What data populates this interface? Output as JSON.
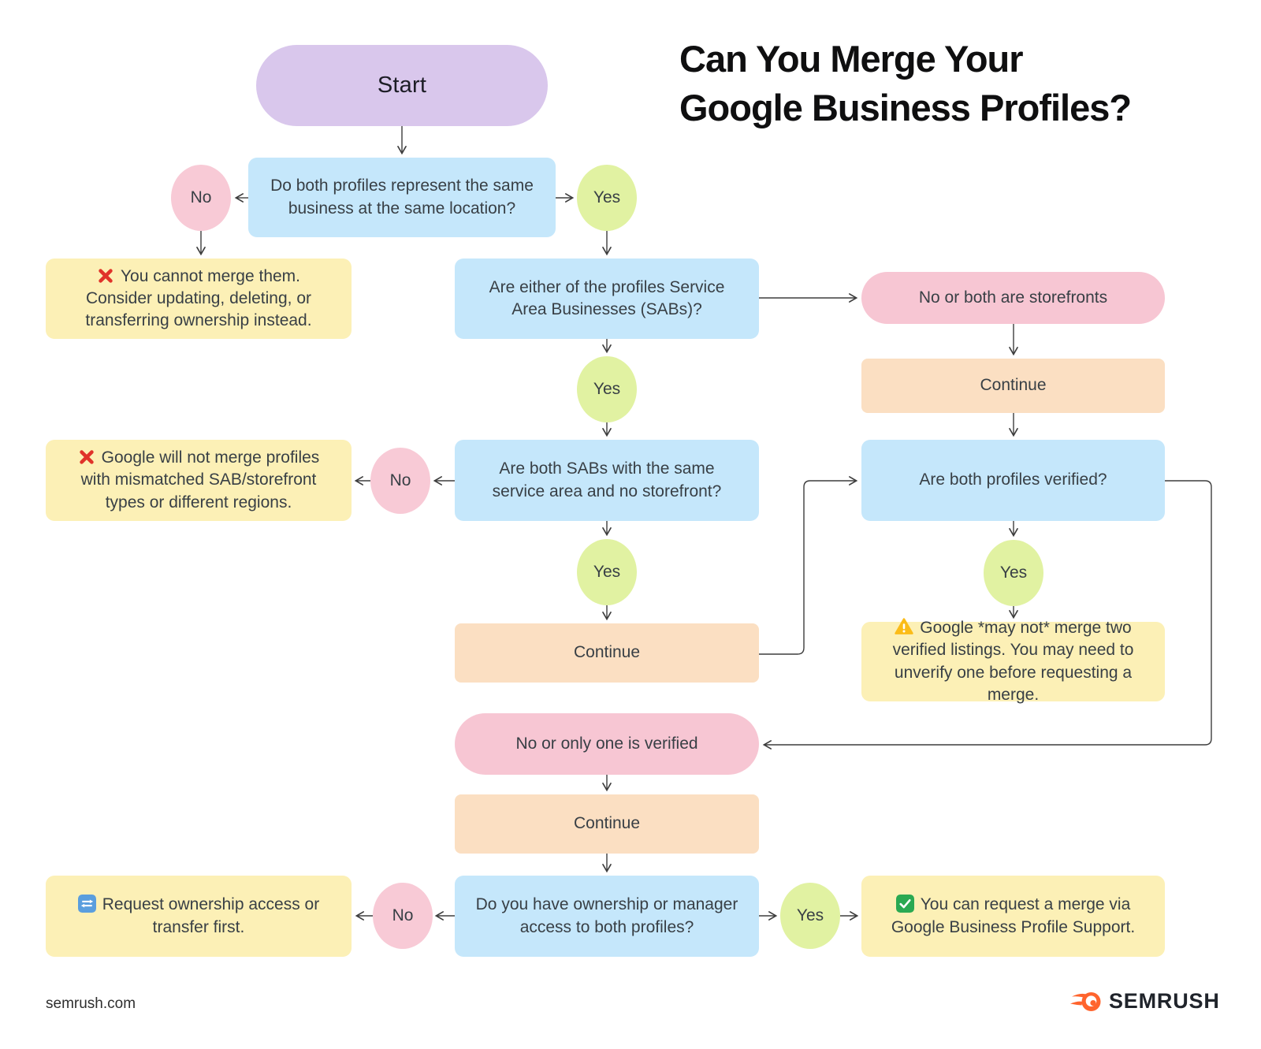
{
  "title": {
    "line1": "Can You Merge Your",
    "line2": "Google Business Profiles?"
  },
  "nodes": {
    "start": {
      "label": "Start"
    },
    "q_same_business": {
      "text": "Do both profiles represent the same business at the same location?"
    },
    "no_1": {
      "label": "No"
    },
    "yes_1": {
      "label": "Yes"
    },
    "outcome_cannot_merge": {
      "icon": "cross-mark-icon",
      "text": "You cannot merge them. Consider updating, deleting, or transferring ownership instead."
    },
    "q_sabs": {
      "text": "Are either of the profiles Service Area Businesses (SABs)?"
    },
    "pill_storefronts": {
      "text": "No or both are storefronts"
    },
    "continue_1": {
      "label": "Continue"
    },
    "q_verified": {
      "text": "Are both profiles verified?"
    },
    "yes_2": {
      "label": "Yes"
    },
    "q_same_service_area": {
      "text": "Are both SABs with the same service area and no storefront?"
    },
    "no_2": {
      "label": "No"
    },
    "outcome_mismatched": {
      "icon": "cross-mark-icon",
      "text": "Google will not merge profiles with mismatched SAB/storefront types or different regions."
    },
    "yes_3": {
      "label": "Yes"
    },
    "continue_2": {
      "label": "Continue"
    },
    "yes_4": {
      "label": "Yes"
    },
    "warning_two_verified": {
      "icon": "warning-icon",
      "text": "Google *may not* merge two verified listings. You may need to unverify one before requesting a merge."
    },
    "pill_one_verified": {
      "text": "No or only one is verified"
    },
    "continue_3": {
      "label": "Continue"
    },
    "q_ownership": {
      "text": "Do you have ownership or manager access to both profiles?"
    },
    "no_3": {
      "label": "No"
    },
    "outcome_request_access": {
      "icon": "repeat-icon",
      "text": "Request ownership access or transfer first."
    },
    "yes_5": {
      "label": "Yes"
    },
    "outcome_can_merge": {
      "icon": "check-icon",
      "text": "You can request a merge via Google Business Profile Support."
    }
  },
  "footer": {
    "site": "semrush.com",
    "brand": "SEMRUSH"
  },
  "colors": {
    "question": "#c5e7fb",
    "outcome_note": "#fcf0b6",
    "continue": "#fbdfc2",
    "pill": "#f7c6d3",
    "yes": "#e1f2a2",
    "no": "#f8cad6",
    "start": "#d9c7ec",
    "connector": "#3d3d3d",
    "cross_red": "#e0332a",
    "warning_amber": "#fbbc19",
    "repeat_blue": "#5a9ede",
    "check_green": "#2aa952",
    "brand_orange": "#ff642d"
  }
}
